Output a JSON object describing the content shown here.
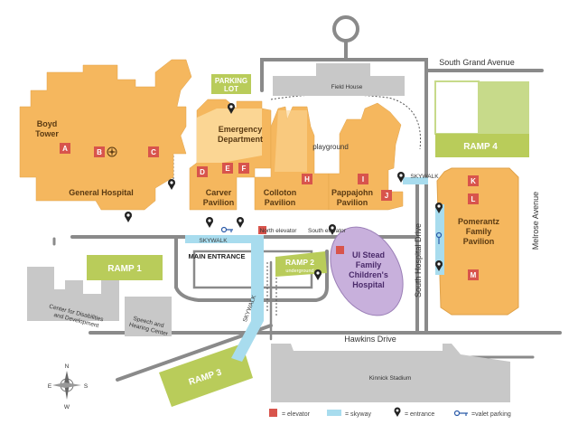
{
  "streets": {
    "south_grand": "South Grand Avenue",
    "melrose": "Melrose Avenue",
    "south_hospital": "South Hospital Drive",
    "hawkins": "Hawkins Drive"
  },
  "buildings": {
    "boyd": "Boyd",
    "tower": "Tower",
    "general_hospital": "General Hospital",
    "emergency": "Emergency",
    "department": "Department",
    "carver": "Carver",
    "carver_pav": "Pavilion",
    "colloton": "Colloton",
    "colloton_pav": "Pavilion",
    "pappajohn": "Pappajohn",
    "pappajohn_pav": "Pavilion",
    "playground": "playground",
    "field_house": "Field House",
    "pomerantz": "Pomerantz",
    "pomerantz_family": "Family",
    "pomerantz_pav": "Pavilion",
    "ui_stead": "UI Stead",
    "stead_family": "Family",
    "stead_childrens": "Children's",
    "stead_hospital": "Hospital",
    "kinnick": "Kinnick Stadium",
    "center_disab_1": "Center for Disabilities",
    "center_disab_2": "and Development",
    "speech_1": "Speech and",
    "speech_2": "Hearing Center"
  },
  "labels": {
    "parking_lot_1": "PARKING",
    "parking_lot_2": "LOT",
    "main_entrance": "MAIN ENTRANCE",
    "north_elevator": "North elevator",
    "south_elevator": "South elevator",
    "skywalk_1": "SKYWALK",
    "skywalk_2": "SKYWALK",
    "skywalk_3": "SKYWALK"
  },
  "ramps": {
    "ramp1": "RAMP 1",
    "ramp2": "RAMP 2",
    "ramp2_sub": "underground",
    "ramp3": "RAMP 3",
    "ramp4": "RAMP 4"
  },
  "elevators": {
    "A": "A",
    "B": "B",
    "C": "C",
    "D": "D",
    "E": "E",
    "F": "F",
    "H": "H",
    "I": "I",
    "J": "J",
    "K": "K",
    "L": "L",
    "M": "M"
  },
  "compass": {
    "n": "N",
    "s": "S",
    "e": "E",
    "w": "W"
  },
  "legend": {
    "elevator": "= elevator",
    "skyway": "= skyway",
    "entrance": "= entrance",
    "valet": "=valet parking"
  },
  "colors": {
    "building": "#f5b75e",
    "building_light": "#fbd694",
    "ramp": "#b9cc5a",
    "road": "#8a8a8a",
    "gray_bldg": "#c8c8c8",
    "childrens": "#c8b0dc",
    "skyway": "#a8dcee",
    "elevator": "#d8544c",
    "valet": "#2a5aa8"
  }
}
